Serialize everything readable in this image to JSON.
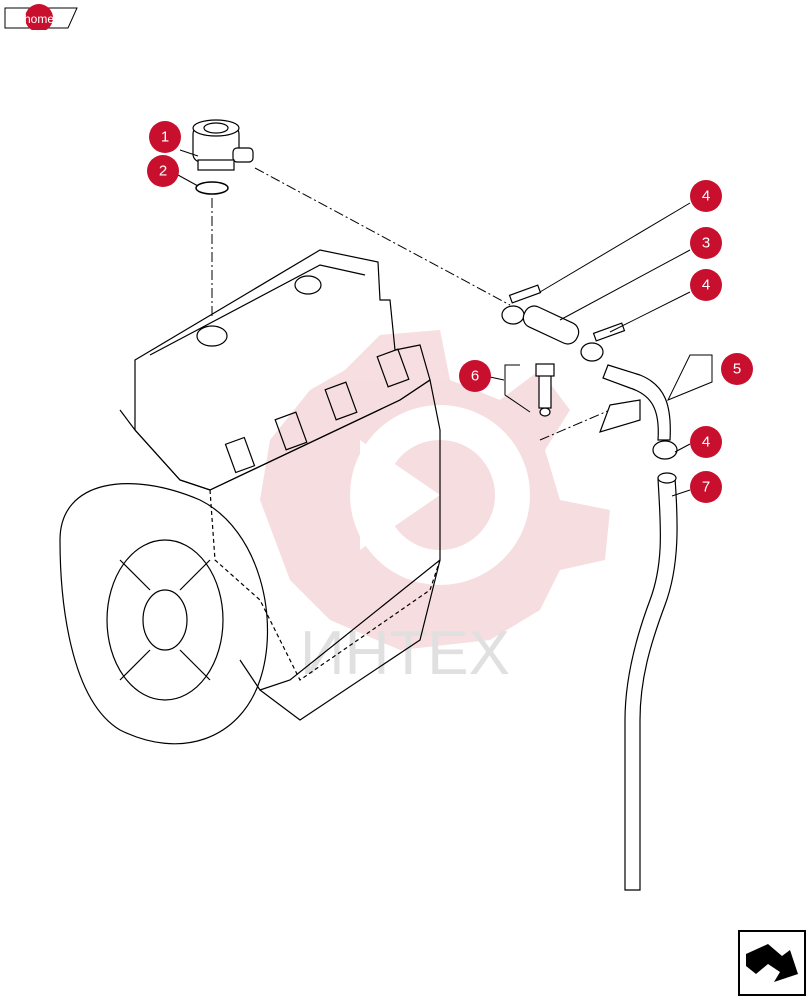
{
  "nav": {
    "home_label": "home"
  },
  "watermark": {
    "text": "ИНТЕХ"
  },
  "callouts": [
    {
      "id": "1",
      "label": "1"
    },
    {
      "id": "2",
      "label": "2"
    },
    {
      "id": "4a",
      "label": "4"
    },
    {
      "id": "3",
      "label": "3"
    },
    {
      "id": "4b",
      "label": "4"
    },
    {
      "id": "5",
      "label": "5"
    },
    {
      "id": "6",
      "label": "6"
    },
    {
      "id": "4c",
      "label": "4"
    },
    {
      "id": "7",
      "label": "7"
    }
  ],
  "colors": {
    "callout": "#c8102e",
    "watermark": "#e8a0a8",
    "line": "#000000"
  },
  "icons": {
    "next": "next-page-arrow-icon"
  }
}
